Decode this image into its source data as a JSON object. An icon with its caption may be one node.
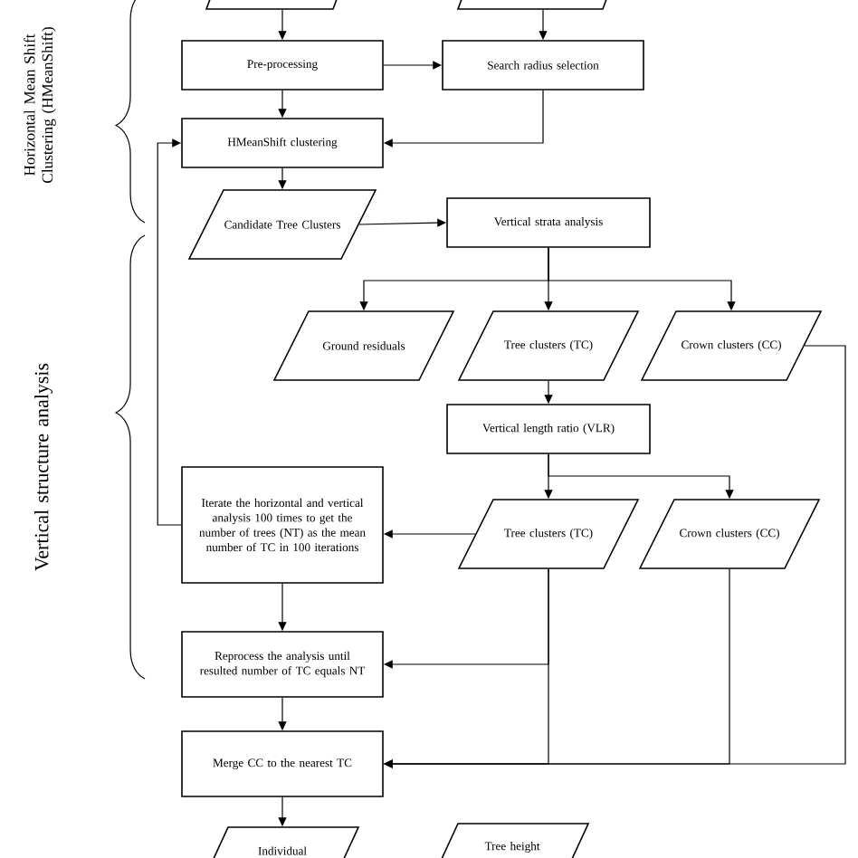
{
  "diagram": {
    "nodes": [
      {
        "text": [],
        "shape": "parallelogram"
      },
      {
        "text": [],
        "shape": "parallelogram"
      },
      {
        "text": [
          "Pre-processing"
        ]
      },
      {
        "text": [
          "Search radius selection"
        ]
      },
      {
        "text": [
          "HMeanShift clustering"
        ]
      },
      {
        "text": [
          "Candidate Tree Clusters"
        ]
      },
      {
        "text": [
          "Vertical strata analysis"
        ]
      },
      {
        "text": [
          "Ground residuals"
        ]
      },
      {
        "text": [
          "Tree clusters (TC)"
        ]
      },
      {
        "text": [
          "Crown clusters (CC)"
        ]
      },
      {
        "text": [
          "Vertical length ratio (VLR)"
        ]
      },
      {
        "text": [
          "Iterate the horizontal and vertical analysis 100 times to get the number of trees (NT) as the mean number of TC in 100 iterations"
        ]
      },
      {
        "text": [
          "Tree clusters (TC)"
        ]
      },
      {
        "text": [
          "Crown clusters (CC)"
        ]
      },
      {
        "text": [
          "Reprocess the analysis until resulted number of TC equals NT"
        ]
      },
      {
        "text": [
          "Merge CC to the nearest TC"
        ]
      },
      {
        "text": [
          "Individual"
        ]
      },
      {
        "text": [
          "Tree height"
        ]
      }
    ],
    "edges": [
      {
        "from": 0,
        "to": 2,
        "arrow": "to"
      },
      {
        "from": 1,
        "to": 3,
        "arrow": "to"
      },
      {
        "from": 2,
        "to": 3,
        "arrow": "to"
      },
      {
        "from": 2,
        "to": 4,
        "arrow": "to"
      },
      {
        "from": 3,
        "to": 4,
        "arrow": "to"
      },
      {
        "from": 4,
        "to": 5,
        "arrow": "to"
      },
      {
        "from": 5,
        "to": 6,
        "arrow": "to"
      },
      {
        "from": 6,
        "to": 7,
        "arrow": "to"
      },
      {
        "from": 6,
        "to": 8,
        "arrow": "to"
      },
      {
        "from": 6,
        "to": 9,
        "arrow": "to"
      },
      {
        "from": 8,
        "to": 10,
        "arrow": "to"
      },
      {
        "from": 10,
        "to": 12,
        "arrow": "to"
      },
      {
        "from": 10,
        "to": 13,
        "arrow": "to"
      },
      {
        "from": 12,
        "to": 11,
        "arrow": "to"
      },
      {
        "from": 11,
        "to": 4,
        "arrow": "to"
      },
      {
        "from": 11,
        "to": 14,
        "arrow": "to"
      },
      {
        "from": 12,
        "to": 14,
        "arrow": "to"
      },
      {
        "from": 12,
        "to": 15,
        "arrow": "to"
      },
      {
        "from": 13,
        "to": 15,
        "arrow": "to"
      },
      {
        "from": 9,
        "to": 15,
        "arrow": "to"
      },
      {
        "from": 14,
        "to": 15,
        "arrow": "to"
      },
      {
        "from": 15,
        "to": 16,
        "arrow": "to"
      }
    ],
    "labels": [
      "Horizontal Mean Shift Clustering (HMeanShift)",
      "Vertical structure analysis"
    ]
  }
}
